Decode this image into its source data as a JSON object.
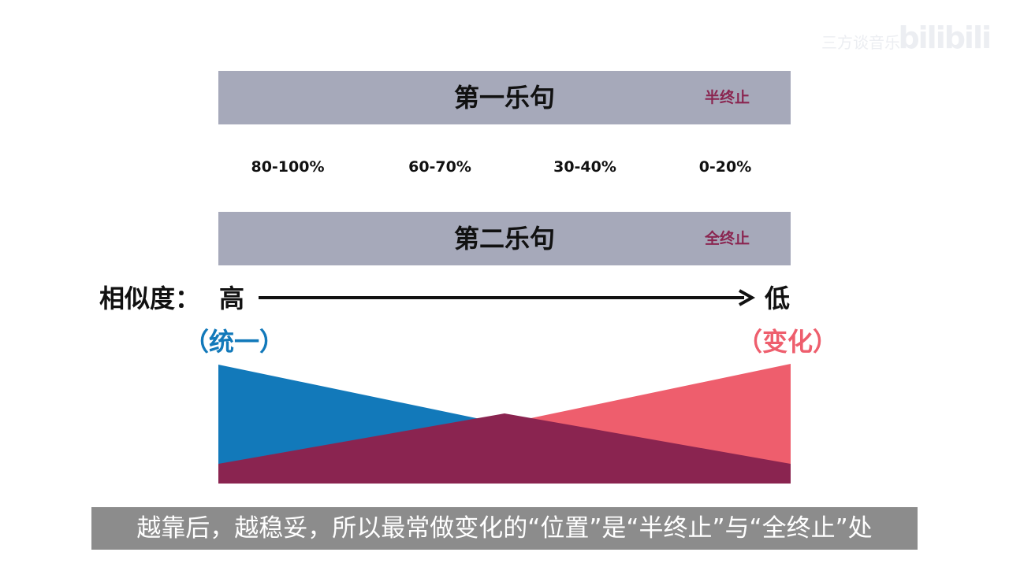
{
  "watermark": {
    "brand": "bilibili",
    "author": "三方谈音乐"
  },
  "phrases": [
    {
      "title": "第一乐句",
      "cadence": "半终止"
    },
    {
      "title": "第二乐句",
      "cadence": "全终止"
    }
  ],
  "percentages": [
    "80-100%",
    "60-70%",
    "30-40%",
    "0-20%"
  ],
  "similarity": {
    "label": "相似度：",
    "high": "高",
    "low": "低"
  },
  "poles": {
    "unity": "（统一）",
    "change": "（变化）"
  },
  "colors": {
    "bar": "#a6a9ba",
    "cadence_text": "#8a2550",
    "unity": "#1279ba",
    "change": "#ee5e6d",
    "overlap": "#8a2450"
  },
  "subtitle": "越靠后，越稳妥，所以最常做变化的“位置”是“半终止”与“全终止”处"
}
